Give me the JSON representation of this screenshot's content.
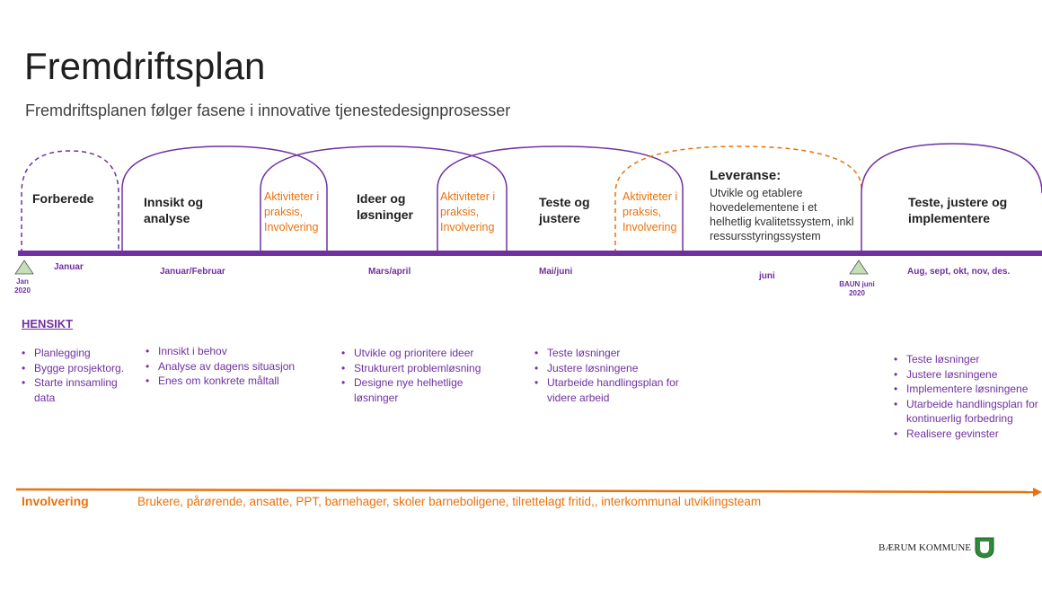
{
  "title": "Fremdriftsplan",
  "subtitle": "Fremdriftsplanen følger fasene i innovative tjenestedesignprosesser",
  "phases": [
    {
      "label": "Forberede"
    },
    {
      "label": "Innsikt og analyse"
    },
    {
      "label": "Ideer og løsninger"
    },
    {
      "label": "Teste og justere"
    },
    {
      "label": "Teste, justere og implementere"
    }
  ],
  "activities": [
    {
      "label": "Aktiviteter i praksis, Involvering"
    },
    {
      "label": "Aktiviteter i praksis, Involvering"
    },
    {
      "label": "Aktiviteter i praksis, Involvering"
    }
  ],
  "leveranse": {
    "title": "Leveranse:",
    "text": "Utvikle og etablere hovedelementene i et helhetlig kvalitetssystem, inkl ressursstyringssystem"
  },
  "timeline": {
    "months": [
      "Januar",
      "Januar/Februar",
      "Mars/april",
      "Mai/juni",
      "juni",
      "Aug, sept, okt, nov, des."
    ],
    "milestones": [
      {
        "label": "Jan 2020"
      },
      {
        "label": "BAUN juni 2020"
      }
    ]
  },
  "hensikt": {
    "heading": "HENSIKT",
    "columns": [
      [
        "Planlegging",
        "Bygge prosjektorg.",
        "Starte innsamling data"
      ],
      [
        "Innsikt i behov",
        "Analyse av dagens situasjon",
        "Enes om konkrete måltall"
      ],
      [
        "Utvikle og prioritere ideer",
        "Strukturert problemløsning",
        "Designe nye helhetlige løsninger"
      ],
      [
        "Teste løsninger",
        "Justere løsningene",
        "Utarbeide handlingsplan for videre arbeid"
      ],
      [
        "Teste løsninger",
        "Justere løsningene",
        "Implementere løsningene",
        "Utarbeide handlingsplan for kontinuerlig forbedring",
        "Realisere gevinster"
      ]
    ]
  },
  "involvering": {
    "label": "Involvering",
    "text": "Brukere, pårørende, ansatte, PPT, barnehager, skoler barneboligene, tilrettelagt fritid,, interkommunal utviklingsteam"
  },
  "logo": {
    "text": "BÆRUM KOMMUNE"
  },
  "colors": {
    "purple": "#7030a0",
    "orange": "#e8720c",
    "milestone": "#c5e0b4"
  }
}
